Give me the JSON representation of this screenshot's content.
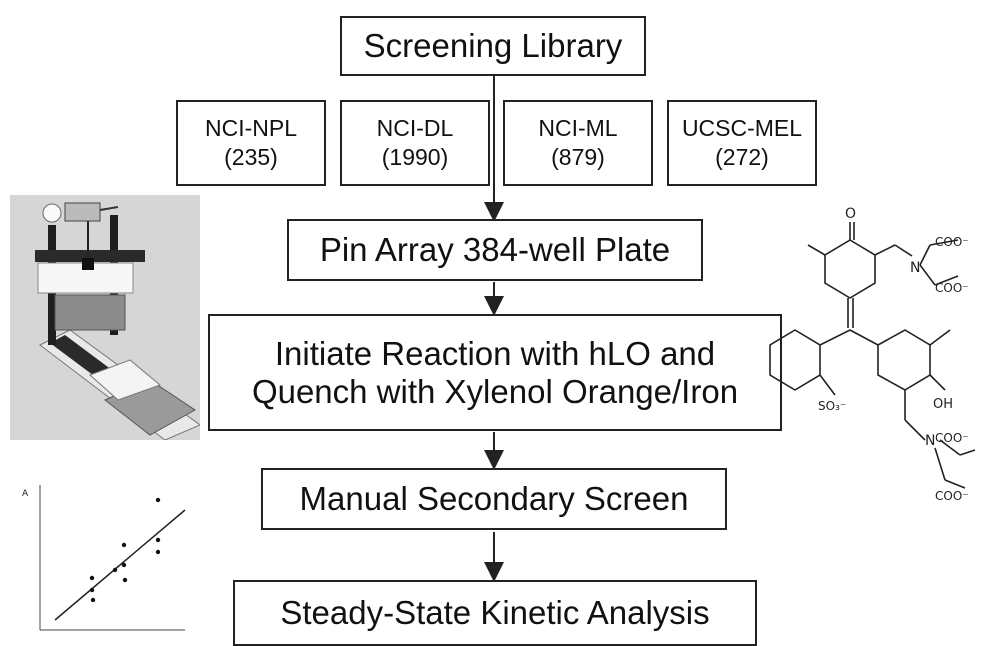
{
  "title": "Screening Library",
  "libraries": [
    {
      "name": "NCI-NPL",
      "count": "(235)"
    },
    {
      "name": "NCI-DL",
      "count": "(1990)"
    },
    {
      "name": "NCI-ML",
      "count": "(879)"
    },
    {
      "name": "UCSC-MEL",
      "count": "(272)"
    }
  ],
  "steps": {
    "pin_array": "Pin Array 384-well Plate",
    "initiate_line1": "Initiate Reaction with hLO and",
    "initiate_line2": "Quench with Xylenol Orange/Iron",
    "secondary": "Manual Secondary Screen",
    "kinetic": "Steady-State Kinetic Analysis"
  },
  "structure_labels": {
    "oxygen": "O",
    "nitrogen_top": "N",
    "coo_1": "COO⁻",
    "coo_2": "COO⁻",
    "sulfonate": "SO₃⁻",
    "hydroxyl": "OH",
    "nitrogen_bottom": "N",
    "coo_3": "COO⁻",
    "coo_4": "COO⁻"
  },
  "plot_label": "A"
}
